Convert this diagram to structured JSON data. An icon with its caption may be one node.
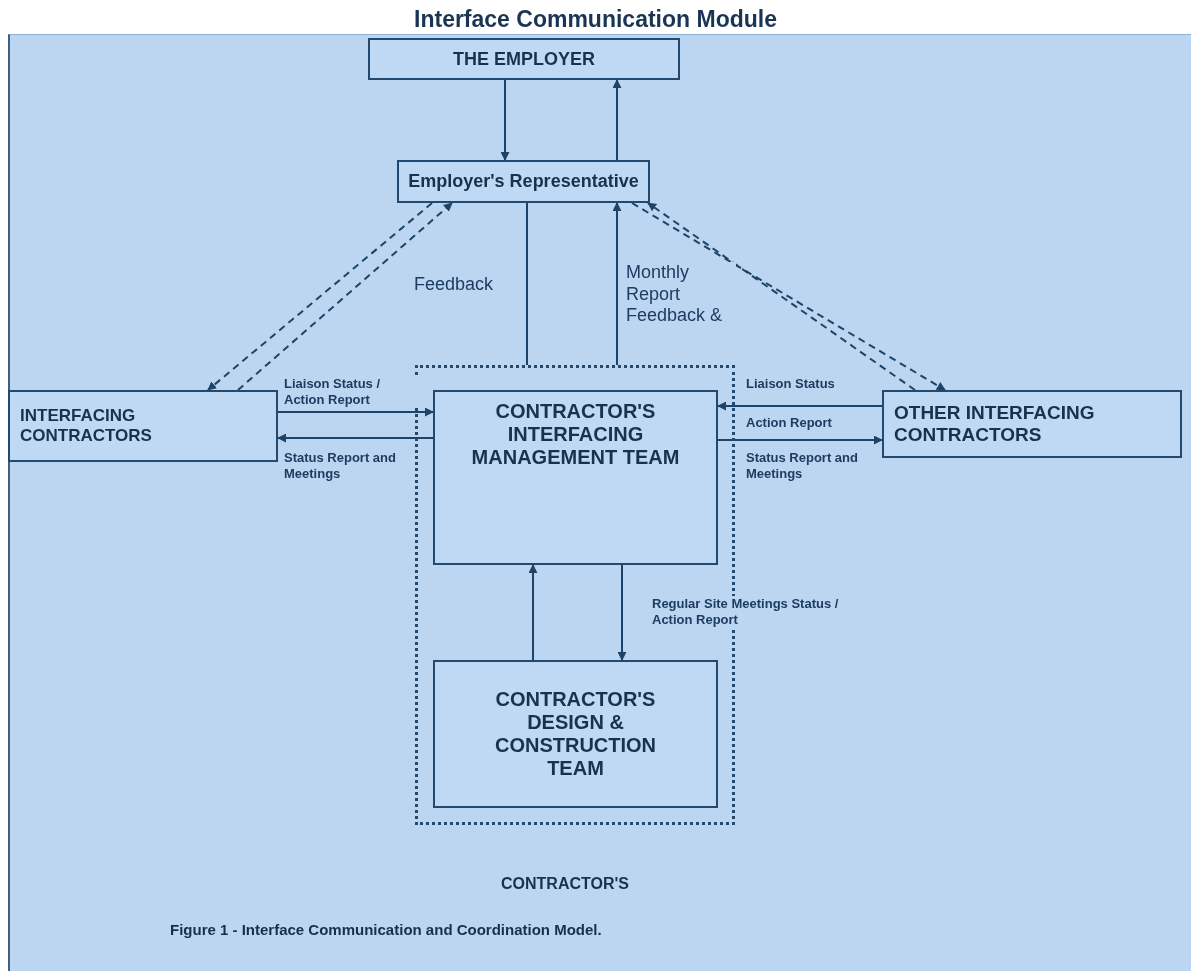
{
  "diagram": {
    "title": "Interface Communication Module",
    "caption": "Figure 1 - Interface Communication and Coordination Model.",
    "nodes": [
      {
        "text": [
          "THE EMPLOYER"
        ]
      },
      {
        "text": [
          "Employer's Representative"
        ]
      },
      {
        "text": [
          "CONTRACTOR'S"
        ]
      },
      {
        "text": [
          "CONTRACTOR'S INTERFACING MANAGEMENT TEAM"
        ],
        "in": 2
      },
      {
        "text": [
          "CONTRACTOR'S DESIGN & CONSTRUCTION TEAM"
        ],
        "in": 2
      },
      {
        "text": [
          "INTERFACING CONTRACTORS"
        ]
      },
      {
        "text": [
          "OTHER INTERFACING CONTRACTORS"
        ]
      }
    ],
    "edges": [
      {
        "from": 0,
        "to": 1,
        "arrow": "to"
      },
      {
        "from": 1,
        "to": 0,
        "arrow": "to"
      },
      {
        "from": 1,
        "to": 2,
        "arrow": "none"
      },
      {
        "from": 2,
        "to": 1,
        "arrow": "to",
        "label": "Monthly Report Feedback &"
      },
      {
        "from": 1,
        "to": 5,
        "arrow": "to",
        "style": "dashed"
      },
      {
        "from": 5,
        "to": 1,
        "arrow": "to",
        "style": "dashed",
        "label": "Feedback"
      },
      {
        "from": 1,
        "to": 6,
        "arrow": "to",
        "style": "dashed"
      },
      {
        "from": 6,
        "to": 1,
        "arrow": "to",
        "style": "dashed"
      },
      {
        "from": 5,
        "to": 3,
        "arrow": "to",
        "label": "Liaison Status / Action Report"
      },
      {
        "from": 3,
        "to": 5,
        "arrow": "to",
        "label": "Status Report and Meetings"
      },
      {
        "from": 6,
        "to": 3,
        "arrow": "to",
        "label": "Liaison Status"
      },
      {
        "from": 3,
        "to": 6,
        "arrow": "to",
        "label": "Action Report"
      },
      {
        "from": 4,
        "to": 3,
        "arrow": "to"
      },
      {
        "from": 3,
        "to": 4,
        "arrow": "to",
        "label": "Regular Site Meetings Status / Action Report"
      }
    ],
    "labels": [
      "Status Report and Meetings"
    ]
  }
}
